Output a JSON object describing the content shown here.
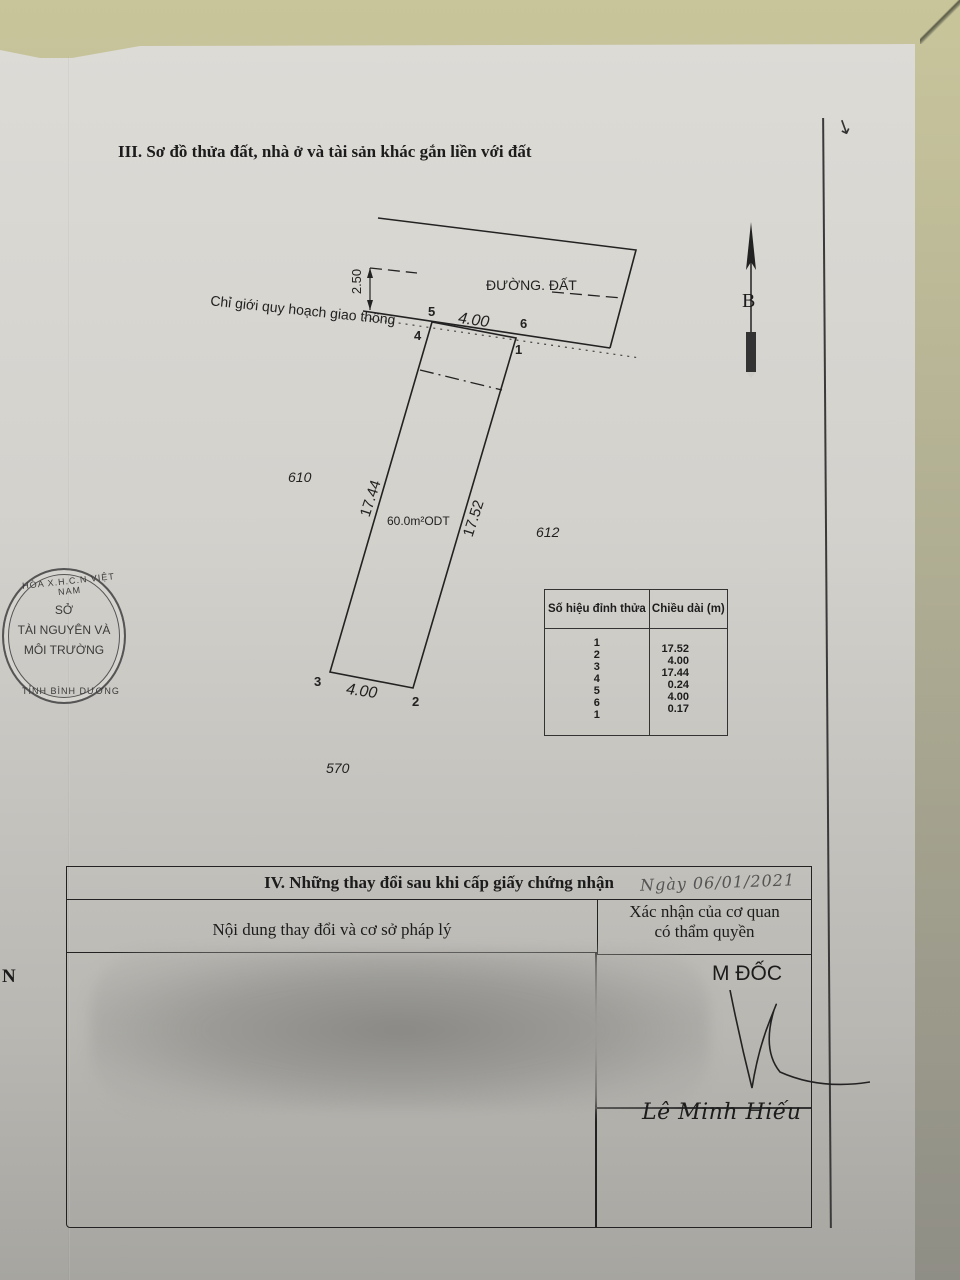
{
  "section3": {
    "title": "III. Sơ đồ thửa đất, nhà ở và tài sản khác gắn liền với đất"
  },
  "plot_map": {
    "road_label": "ĐƯỜNG. ĐẤT",
    "road_width": "2.50",
    "planning_line_label": "Chỉ giới quy hoạch giao thông",
    "front_edge_length": "4.00",
    "rear_edge_length": "4.00",
    "left_edge_length": "17.44",
    "right_edge_length": "17.52",
    "area_label": "60.0m²ODT",
    "vertices": [
      "1",
      "2",
      "3",
      "4",
      "5",
      "6"
    ],
    "neighbors": {
      "west": "610",
      "east": "612",
      "south": "570"
    },
    "north_arrow_letter": "B"
  },
  "vertex_table": {
    "headers": [
      "Số hiệu đỉnh thửa",
      "Chiều dài (m)"
    ],
    "rows": [
      {
        "vertex": "1",
        "length": "17.52"
      },
      {
        "vertex": "2",
        "length": "4.00"
      },
      {
        "vertex": "3",
        "length": "17.44"
      },
      {
        "vertex": "4",
        "length": "0.24"
      },
      {
        "vertex": "5",
        "length": "4.00"
      },
      {
        "vertex": "6",
        "length": "0.17"
      },
      {
        "vertex": "1",
        "length": ""
      }
    ]
  },
  "stamp": {
    "ring_top": "HÒA X.H.C.N VIỆT NAM",
    "line1": "SỞ",
    "line2": "TÀI NGUYÊN VÀ",
    "line3": "MÔI TRƯỜNG",
    "ring_bottom": "TỈNH BÌNH DƯƠNG"
  },
  "section4": {
    "title": "IV. Những thay đổi sau khi cấp giấy chứng nhận",
    "col_left": "Nội dung thay đổi và cơ sở pháp lý",
    "col_right_line1": "Xác nhận của cơ quan",
    "col_right_line2": "có thẩm quyền",
    "handwritten_date": "Ngày 06/01/2021",
    "role": "M ĐỐC",
    "signer": "Lê Minh Hiếu",
    "margin_letter": "N"
  }
}
